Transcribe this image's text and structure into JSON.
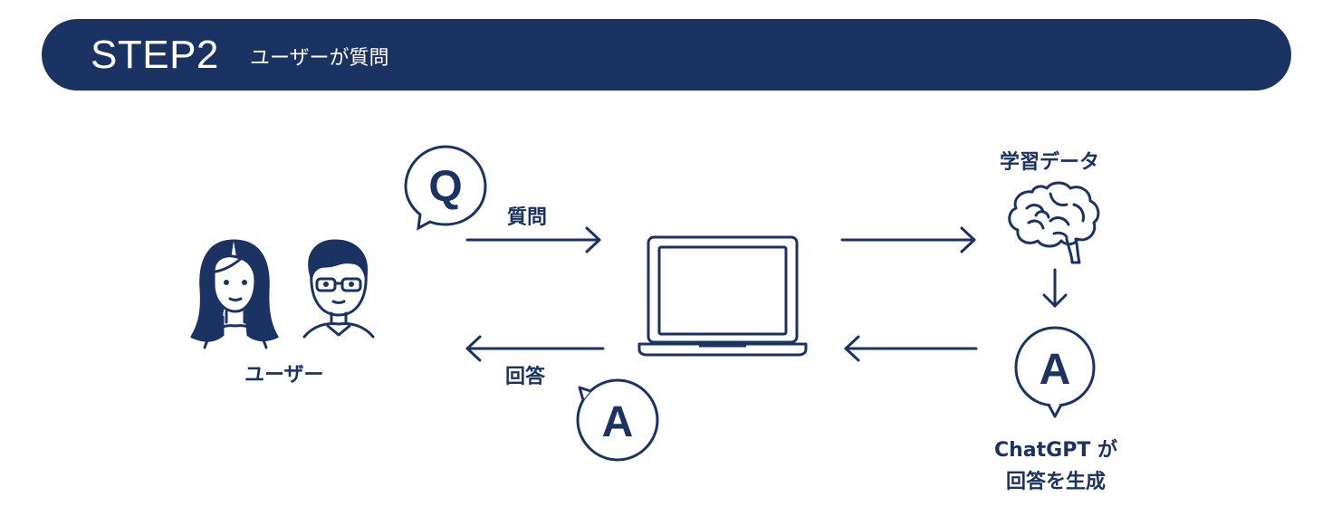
{
  "header": {
    "step": "STEP2",
    "subtitle": "ユーザーが質問"
  },
  "diagram": {
    "users_label": "ユーザー",
    "question_label": "質問",
    "answer_label": "回答",
    "training_data_label": "学習データ",
    "generate_line1": "ChatGPT が",
    "generate_line2": "回答を生成",
    "question_bubble_letter": "Q",
    "answer_bubble_letter": "A",
    "ai_answer_bubble_letter": "A"
  },
  "colors": {
    "navy": "#1b3363",
    "background": "#ffffff"
  },
  "icons": [
    "user-woman-icon",
    "user-man-glasses-icon",
    "question-bubble-icon",
    "answer-bubble-icon",
    "laptop-icon",
    "brain-icon"
  ]
}
